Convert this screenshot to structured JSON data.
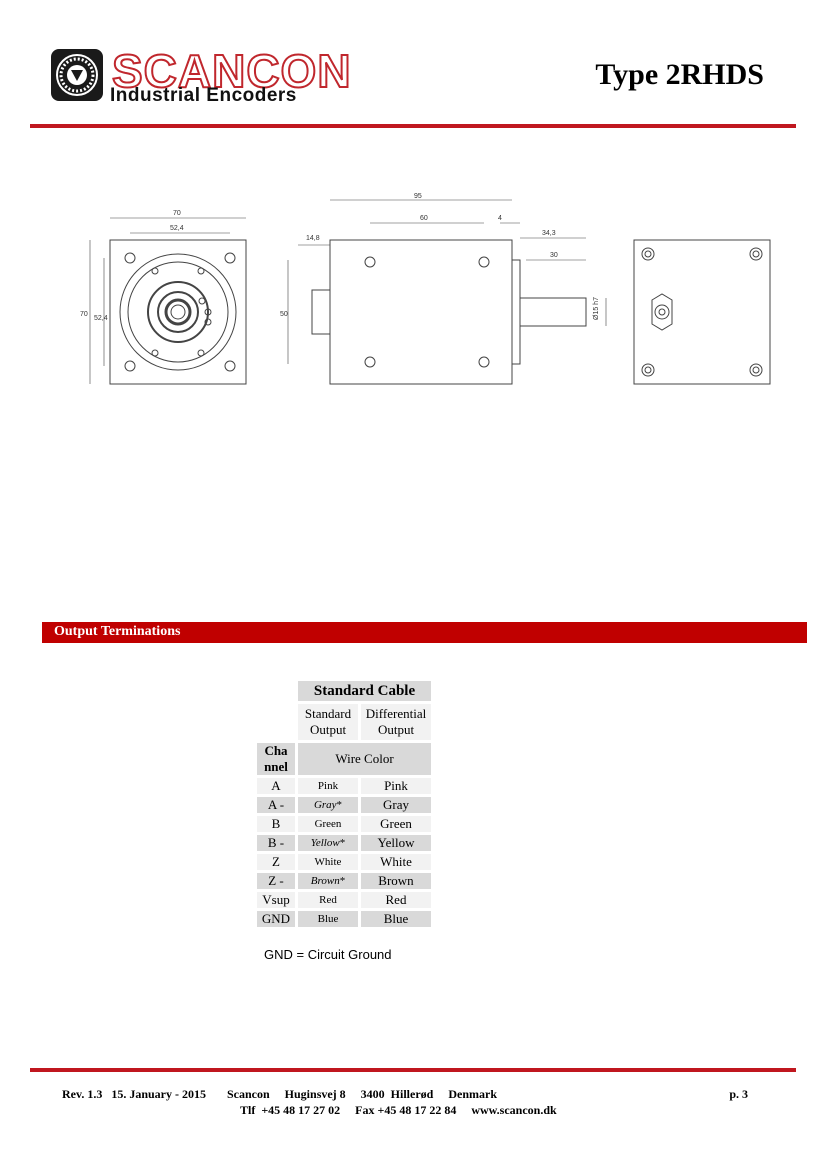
{
  "header": {
    "logo_word": "SCANCON",
    "logo_subtitle": "Industrial Encoders",
    "doc_title": "Type 2RHDS"
  },
  "drawing": {
    "front_dims": [
      "70",
      "52,4",
      "70",
      "52,4"
    ],
    "side_dims": [
      "95",
      "60",
      "4",
      "14,8",
      "34,3",
      "30",
      "50",
      "Ø15 h7"
    ]
  },
  "section": {
    "title": "Output Terminations"
  },
  "table": {
    "title": "Standard Cable",
    "col_standard": "Standard Output",
    "col_differential": "Differential Output",
    "channel_header": "Cha nnel",
    "wire_color_header": "Wire Color",
    "rows": [
      {
        "channel": "A",
        "standard": "Pink",
        "std_italic": false,
        "differential": "Pink"
      },
      {
        "channel": "A -",
        "standard": "Gray",
        "std_italic": true,
        "differential": "Gray"
      },
      {
        "channel": "B",
        "standard": "Green",
        "std_italic": false,
        "differential": "Green"
      },
      {
        "channel": "B -",
        "standard": "Yellow",
        "std_italic": true,
        "differential": "Yellow"
      },
      {
        "channel": "Z",
        "standard": "White",
        "std_italic": false,
        "differential": "White"
      },
      {
        "channel": "Z -",
        "standard": "Brown",
        "std_italic": true,
        "differential": "Brown"
      },
      {
        "channel": "Vsup",
        "standard": "Red",
        "std_italic": false,
        "differential": "Red"
      },
      {
        "channel": "GND",
        "standard": "Blue",
        "std_italic": false,
        "differential": "Blue"
      }
    ],
    "asterisk": "*"
  },
  "note": "GND = Circuit Ground",
  "footer": {
    "line1": "Rev. 1.3   15. January - 2015       Scancon     Huginsvej 8     3400  Hillerød     Denmark",
    "line2": "Tlf  +45 48 17 27 02     Fax +45 48 17 22 84     www.scancon.dk",
    "page": "p. 3"
  },
  "colors": {
    "brand_red": "#c0171f",
    "section_red": "#c00000",
    "table_header_gray": "#d9d9d9",
    "table_row_gray": "#f2f2f2"
  }
}
